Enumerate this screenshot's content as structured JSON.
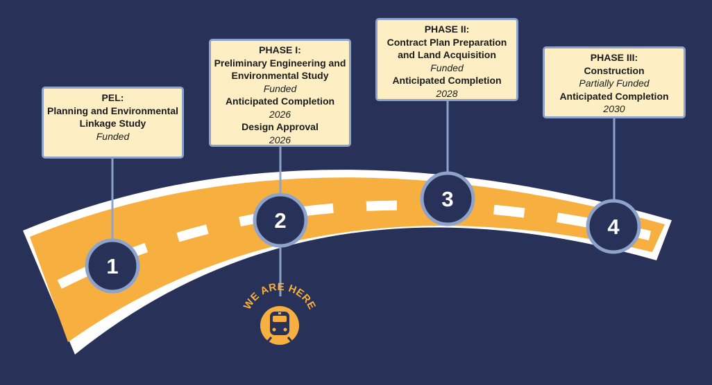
{
  "colors": {
    "background": "#283158",
    "road": "#f7b03f",
    "road_edge": "#ffffff",
    "marker_fill": "#283158",
    "marker_ring": "#8ea3cc",
    "box_fill": "#fdefc3",
    "badge": "#f7b03f"
  },
  "phases": [
    {
      "number": "1",
      "lines": [
        {
          "text": "PEL:",
          "style": "bold"
        },
        {
          "text": "Planning and Environmental",
          "style": "bold"
        },
        {
          "text": "Linkage Study",
          "style": "bold"
        },
        {
          "text": "Funded",
          "style": "italic"
        }
      ]
    },
    {
      "number": "2",
      "lines": [
        {
          "text": "PHASE I:",
          "style": "bold"
        },
        {
          "text": "Preliminary Engineering and",
          "style": "bold"
        },
        {
          "text": "Environmental Study",
          "style": "bold"
        },
        {
          "text": "Funded",
          "style": "italic"
        },
        {
          "text": "Anticipated Completion",
          "style": "bold"
        },
        {
          "text": "2026",
          "style": "italic"
        },
        {
          "text": "Design Approval",
          "style": "bold"
        },
        {
          "text": "2026",
          "style": "italic"
        }
      ]
    },
    {
      "number": "3",
      "lines": [
        {
          "text": "PHASE II:",
          "style": "bold"
        },
        {
          "text": "Contract Plan Preparation",
          "style": "bold"
        },
        {
          "text": "and Land Acquisition",
          "style": "bold"
        },
        {
          "text": "Funded",
          "style": "italic"
        },
        {
          "text": "Anticipated Completion",
          "style": "bold"
        },
        {
          "text": "2028",
          "style": "italic"
        }
      ]
    },
    {
      "number": "4",
      "lines": [
        {
          "text": "PHASE III:",
          "style": "bold"
        },
        {
          "text": "Construction",
          "style": "bold"
        },
        {
          "text": "Partially Funded",
          "style": "italic"
        },
        {
          "text": "Anticipated Completion",
          "style": "bold"
        },
        {
          "text": "2030",
          "style": "italic"
        }
      ]
    }
  ],
  "we_are_here": {
    "text": "WE ARE HERE",
    "icon": "train-icon"
  }
}
